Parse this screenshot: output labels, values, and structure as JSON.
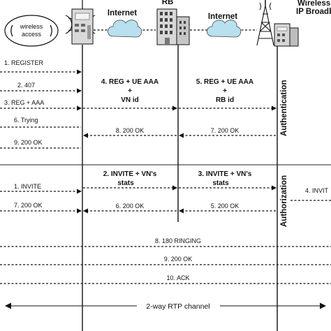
{
  "nodes": {
    "access_top": "wireless",
    "access_bottom": "access",
    "ue_top": "...",
    "rb": "RB",
    "isp_top": "Wireless",
    "isp_bottom": "IP Broadb",
    "cloud1": "Internet",
    "cloud2": "Internet"
  },
  "phases": {
    "authentication": "Authentication",
    "authorization": "Authorization"
  },
  "messages": {
    "m1": "1. REGISTER",
    "m2": "2. 407",
    "m3": "3. REG + AAA",
    "m6": "6. Trying",
    "m9": "9. 200 OK",
    "reg4_l1": "4. REG + UE AAA",
    "reg4_l2": "+",
    "reg4_l3": "VN id",
    "reg5_l1": "5. REG + UE AAA",
    "reg5_l2": "+",
    "reg5_l3": "RB id",
    "m8": "8. 200 OK",
    "m7": "7. 200 OK",
    "inv1": "1. INVITE",
    "inv2_l1": "2. INVITE + VN's",
    "inv2_l2": "stats",
    "inv3_l1": "3. INVITE + VN's",
    "inv3_l2": "stats",
    "inv4": "4. INVIT",
    "ok7": "7. 200 OK",
    "ok6": "6. 200 OK",
    "ok5": "5. 200 OK",
    "ringing": "8. 180 RINGING",
    "ok9": "9. 200 OK",
    "ack": "10. ACK",
    "rtp": "2-way RTP channel"
  }
}
